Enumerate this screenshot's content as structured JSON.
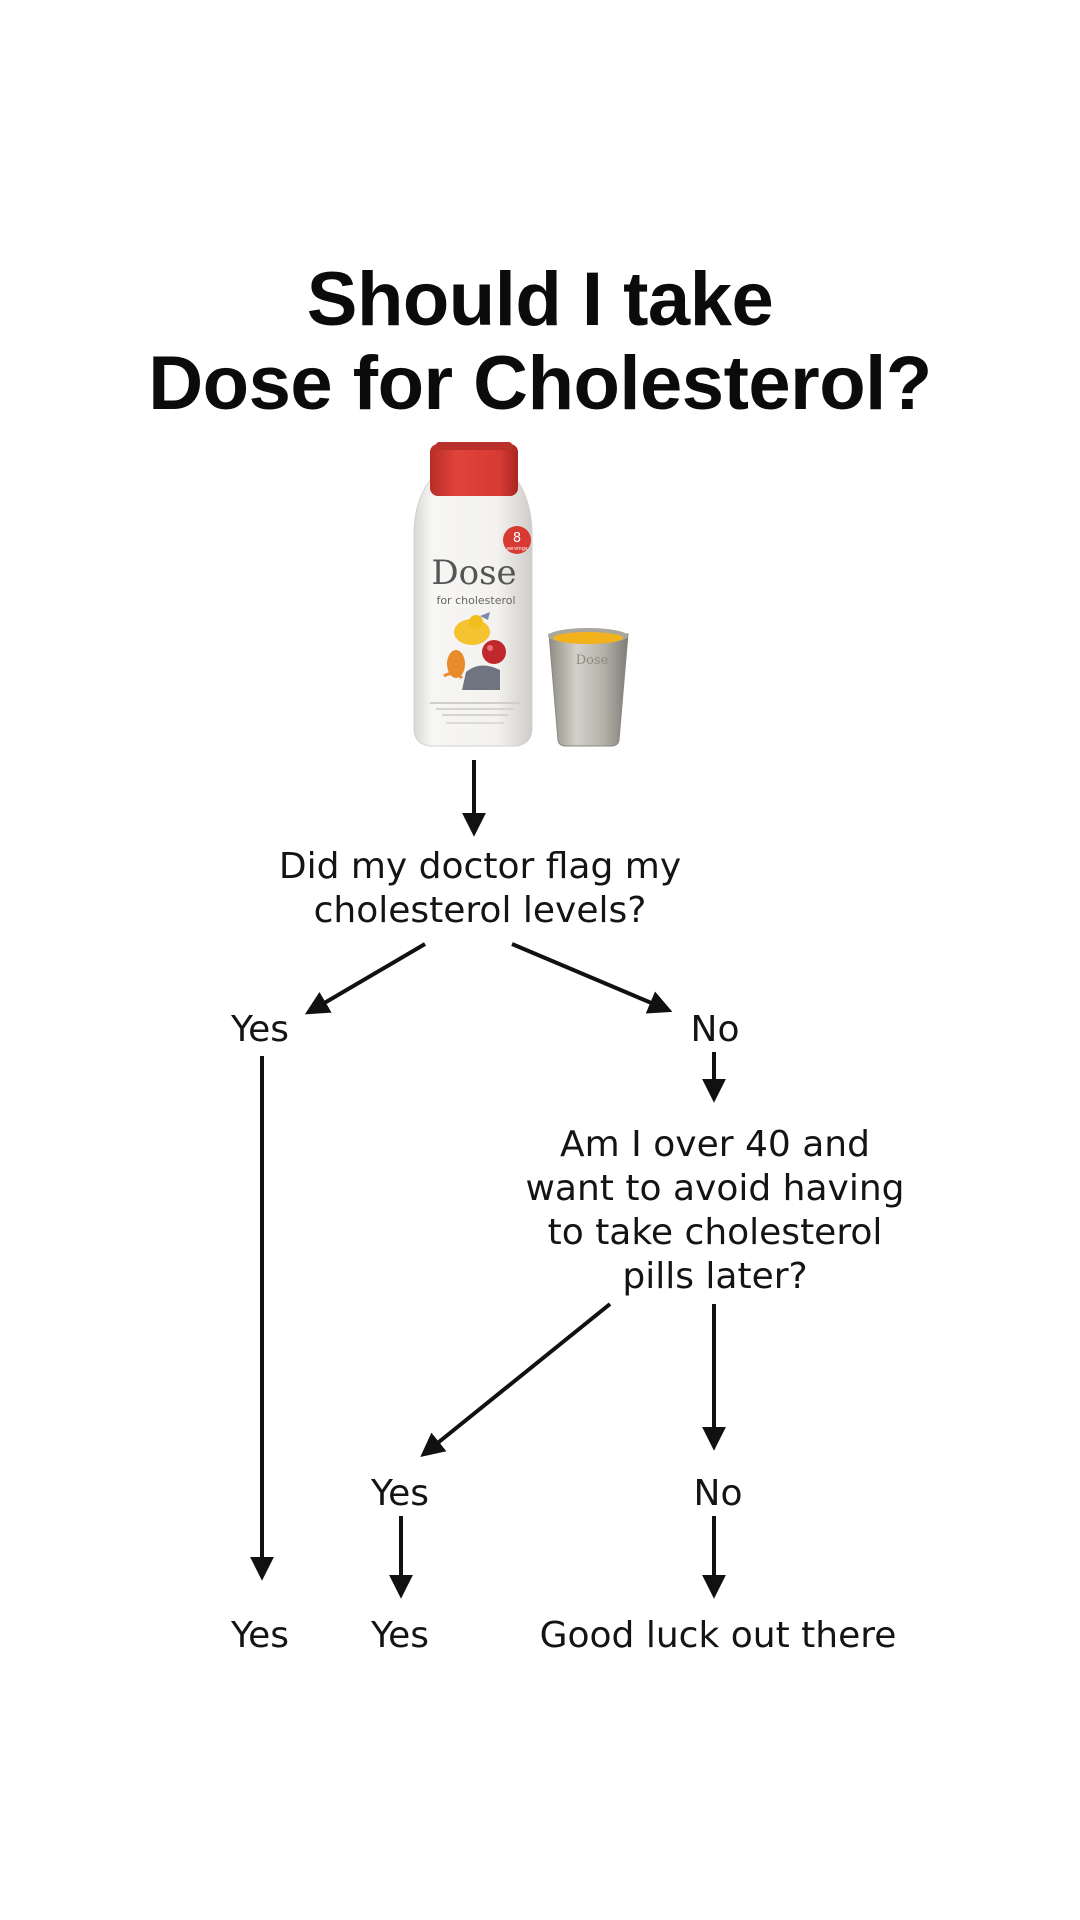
{
  "title": {
    "line1": "Should I take",
    "line2": "Dose for Cholesterol?"
  },
  "product": {
    "brand": "Dose",
    "subtitle": "for cholesterol",
    "servings_number": "8",
    "servings_label": "servings",
    "cup_brand": "Dose",
    "colors": {
      "cap": "#d63a33",
      "bottle": "#f4f3f1",
      "liquid": "#f2b21c",
      "cup": "#b9b6ad"
    }
  },
  "diagram": {
    "q1": {
      "line1": "Did my doctor flag my",
      "line2": "cholesterol levels?"
    },
    "q1_yes": "Yes",
    "q1_no": "No",
    "q2": {
      "line1": "Am I over 40 and",
      "line2": "want to avoid having",
      "line3": "to take cholesterol",
      "line4": "pills later?"
    },
    "q2_yes": "Yes",
    "q2_no": "No",
    "result_1": "Yes",
    "result_2": "Yes",
    "result_3": "Good luck out there"
  }
}
